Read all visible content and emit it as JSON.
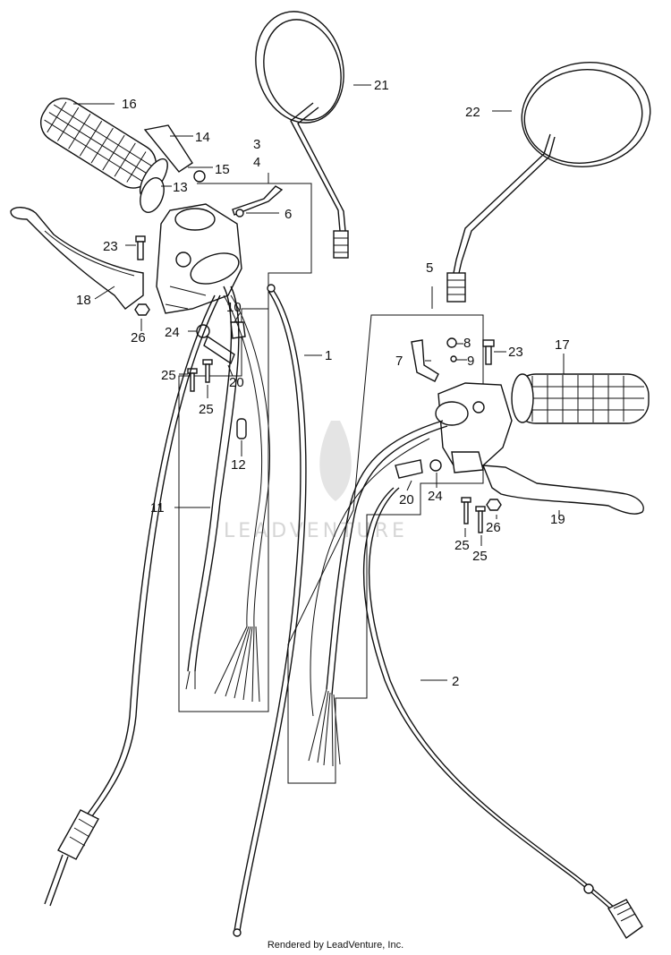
{
  "callouts": {
    "c1": "1",
    "c2": "2",
    "c3": "3",
    "c4": "4",
    "c5": "5",
    "c6": "6",
    "c7": "7",
    "c8": "8",
    "c9": "9",
    "c10": "10",
    "c11": "11",
    "c12": "12",
    "c13": "13",
    "c14": "14",
    "c15": "15",
    "c16": "16",
    "c17": "17",
    "c18": "18",
    "c19": "19",
    "c20a": "20",
    "c20b": "20",
    "c21": "21",
    "c22": "22",
    "c23a": "23",
    "c23b": "23",
    "c24a": "24",
    "c24b": "24",
    "c25a": "25",
    "c25b": "25",
    "c25c": "25",
    "c25d": "25",
    "c26a": "26",
    "c26b": "26"
  },
  "watermark": "LEADVENTURE",
  "footer": "Rendered by LeadVenture, Inc.",
  "colors": {
    "ink": "#111111",
    "watermark": "#d6d6d6"
  }
}
